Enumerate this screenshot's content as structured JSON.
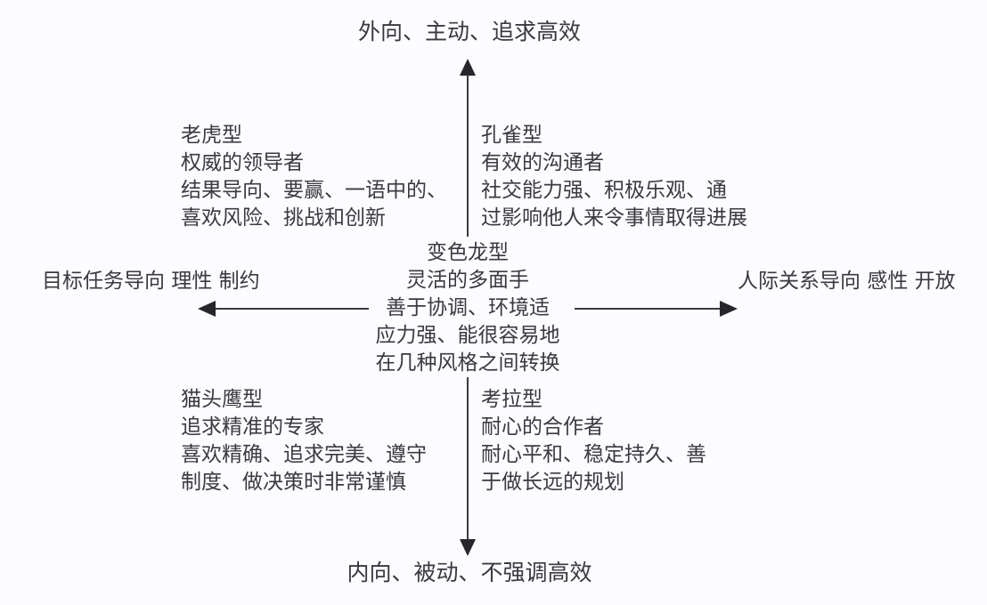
{
  "diagram": {
    "title_top": "外向、主动、追求高效",
    "title_bottom": "内向、被动、不强调高效",
    "axis_left": {
      "line1": "目标任务导向",
      "line2": "理性",
      "line3": "制约"
    },
    "axis_right": {
      "line1": "人际关系导向",
      "line2": "感性",
      "line3": "开放"
    },
    "quadrants": [
      {
        "id": "tiger",
        "position": "top-left",
        "name": "老虎型",
        "role": "权威的领导者",
        "traits_line1": "结果导向、要赢、一语中的、",
        "traits_line2": "喜欢风险、挑战和创新"
      },
      {
        "id": "peacock",
        "position": "top-right",
        "name": "孔雀型",
        "role": "有效的沟通者",
        "traits_line1": "社交能力强、积极乐观、通",
        "traits_line2": "过影响他人来令事情取得进展"
      },
      {
        "id": "owl",
        "position": "bottom-left",
        "name": "猫头鹰型",
        "role": "追求精准的专家",
        "traits_line1": "喜欢精确、追求完美、遵守",
        "traits_line2": "制度、做决策时非常谨慎"
      },
      {
        "id": "koala",
        "position": "bottom-right",
        "name": "考拉型",
        "role": "耐心的合作者",
        "traits_line1": "耐心平和、稳定持久、善",
        "traits_line2": "于做长远的规划"
      }
    ],
    "center": {
      "id": "chameleon",
      "name": "变色龙型",
      "role": "灵活的多面手",
      "traits_line1": "善于协调、环境适",
      "traits_line2": "应力强、能很容易地",
      "traits_line3": "在几种风格之间转换"
    },
    "colors": {
      "background": "#fcfbfd",
      "text": "#3a3a40",
      "axis": "#3a3a40",
      "arrow": "#26262b"
    }
  }
}
